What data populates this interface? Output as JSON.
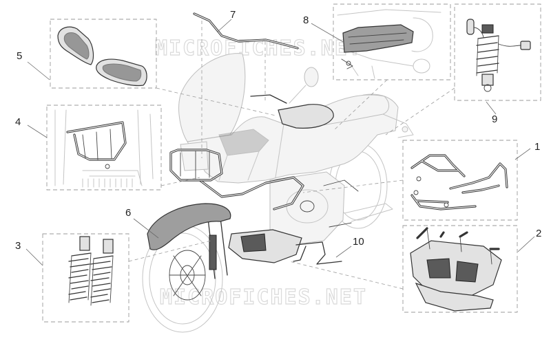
{
  "watermarks": [
    "MICROFICHES.NET",
    "MICROFICHES.NET"
  ],
  "callouts": [
    {
      "id": "1",
      "label": "1"
    },
    {
      "id": "2",
      "label": "2"
    },
    {
      "id": "3",
      "label": "3"
    },
    {
      "id": "4",
      "label": "4"
    },
    {
      "id": "5",
      "label": "5"
    },
    {
      "id": "6",
      "label": "6"
    },
    {
      "id": "7",
      "label": "7"
    },
    {
      "id": "8",
      "label": "8"
    },
    {
      "id": "9",
      "label": "9"
    },
    {
      "id": "10",
      "label": "10"
    }
  ]
}
